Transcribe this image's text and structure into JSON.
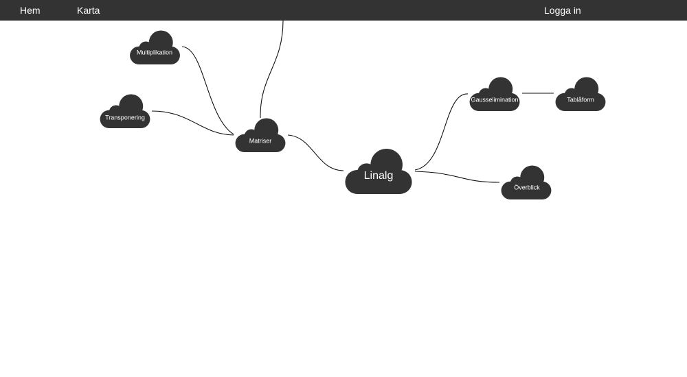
{
  "nav": {
    "home": "Hem",
    "map": "Karta",
    "login": "Logga in"
  },
  "colors": {
    "topbar": "#333333",
    "cloud": "#333333",
    "text": "#ffffff",
    "edge": "#111111"
  },
  "mindmap": {
    "root": "Linalg",
    "nodes": {
      "matriser": "Matriser",
      "multiplikation": "Multiplikation",
      "transponering": "Transponering",
      "gausselimination": "Gausselimination",
      "tablaform": "Tablåform",
      "overblick": "Överblick"
    },
    "edges": [
      [
        "linalg",
        "matriser"
      ],
      [
        "linalg",
        "gausselimination"
      ],
      [
        "linalg",
        "overblick"
      ],
      [
        "matriser",
        "multiplikation"
      ],
      [
        "matriser",
        "transponering"
      ],
      [
        "gausselimination",
        "tablaform"
      ]
    ]
  }
}
